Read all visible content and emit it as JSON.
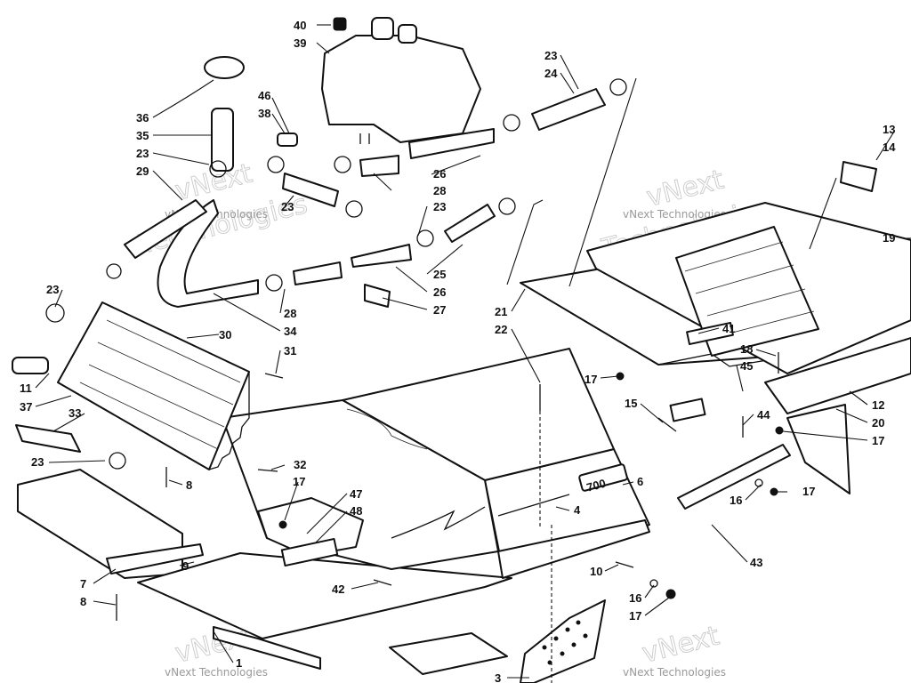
{
  "callouts": [
    {
      "id": "c40",
      "text": "40"
    },
    {
      "id": "c39",
      "text": "39"
    },
    {
      "id": "c36",
      "text": "36"
    },
    {
      "id": "c35",
      "text": "35"
    },
    {
      "id": "c23a",
      "text": "23"
    },
    {
      "id": "c29",
      "text": "29"
    },
    {
      "id": "c46",
      "text": "46"
    },
    {
      "id": "c38",
      "text": "38"
    },
    {
      "id": "c23b",
      "text": "23"
    },
    {
      "id": "c24",
      "text": "24"
    },
    {
      "id": "c26a",
      "text": "26"
    },
    {
      "id": "c28a",
      "text": "28"
    },
    {
      "id": "c23c",
      "text": "23"
    },
    {
      "id": "c23d",
      "text": "23"
    },
    {
      "id": "c25",
      "text": "25"
    },
    {
      "id": "c26b",
      "text": "26"
    },
    {
      "id": "c27",
      "text": "27"
    },
    {
      "id": "c28b",
      "text": "28"
    },
    {
      "id": "c34",
      "text": "34"
    },
    {
      "id": "c23e",
      "text": "23"
    },
    {
      "id": "c30",
      "text": "30"
    },
    {
      "id": "c31",
      "text": "31"
    },
    {
      "id": "c11",
      "text": "11"
    },
    {
      "id": "c37",
      "text": "37"
    },
    {
      "id": "c33",
      "text": "33"
    },
    {
      "id": "c23f",
      "text": "23"
    },
    {
      "id": "c8a",
      "text": "8"
    },
    {
      "id": "c32",
      "text": "32"
    },
    {
      "id": "c17a",
      "text": "17"
    },
    {
      "id": "c47",
      "text": "47"
    },
    {
      "id": "c48",
      "text": "48"
    },
    {
      "id": "c7",
      "text": "7"
    },
    {
      "id": "c9",
      "text": "9"
    },
    {
      "id": "c8b",
      "text": "8"
    },
    {
      "id": "c42",
      "text": "42"
    },
    {
      "id": "c1",
      "text": "1"
    },
    {
      "id": "c3",
      "text": "3"
    },
    {
      "id": "c13",
      "text": "13"
    },
    {
      "id": "c14",
      "text": "14"
    },
    {
      "id": "c19",
      "text": "19"
    },
    {
      "id": "c21",
      "text": "21"
    },
    {
      "id": "c22",
      "text": "22"
    },
    {
      "id": "c41",
      "text": "41"
    },
    {
      "id": "c18",
      "text": "18"
    },
    {
      "id": "c45",
      "text": "45"
    },
    {
      "id": "c17b",
      "text": "17"
    },
    {
      "id": "c15",
      "text": "15"
    },
    {
      "id": "c44",
      "text": "44"
    },
    {
      "id": "c12",
      "text": "12"
    },
    {
      "id": "c20",
      "text": "20"
    },
    {
      "id": "c17c",
      "text": "17"
    },
    {
      "id": "c6",
      "text": "6"
    },
    {
      "id": "c4",
      "text": "4"
    },
    {
      "id": "c16a",
      "text": "16"
    },
    {
      "id": "c17d",
      "text": "17"
    },
    {
      "id": "c43",
      "text": "43"
    },
    {
      "id": "c10",
      "text": "10"
    },
    {
      "id": "c16b",
      "text": "16"
    },
    {
      "id": "c17e",
      "text": "17"
    }
  ],
  "hood_marking": "700",
  "watermark": {
    "line1": "vNext",
    "line2": "Technologies",
    "small": "vNext Technologies"
  }
}
